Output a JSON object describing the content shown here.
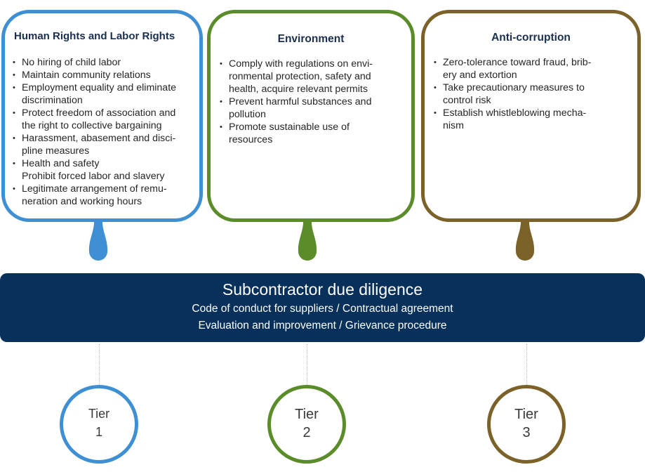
{
  "colors": {
    "blue": "#3e8fd3",
    "green": "#5b8c2a",
    "brown": "#7b6228",
    "navy": "#07305b"
  },
  "cards": [
    {
      "title": "Human Rights and Labor Rights",
      "lines": [
        "No hiring of child labor",
        "Maintain community relations",
        "Employment equality and eliminate",
        "discrimination",
        "Protect freedom of association and",
        "the right to collective bargaining",
        "Harassment, abasement and disci-",
        "pline measures",
        "Health and safety",
        "Prohibit forced labor and slavery",
        "Legitimate arrangement of remu-",
        "neration and working hours"
      ]
    },
    {
      "title": "Environment",
      "lines": [
        "Comply with regulations on envi-",
        "ronmental protection, safety and",
        "health, acquire relevant permits",
        "Prevent harmful substances and",
        "pollution",
        "Promote sustainable use of",
        "resources"
      ]
    },
    {
      "title": "Anti-corruption",
      "lines": [
        "Zero-tolerance toward fraud, brib-",
        "ery and extortion",
        "Take precautionary measures to",
        "control risk",
        "Establish whistleblowing mecha-",
        "nism"
      ]
    }
  ],
  "banner": {
    "title": "Subcontractor due diligence",
    "line1": "Code of conduct for suppliers / Contractual agreement",
    "line2": "Evaluation and improvement  / Grievance procedure"
  },
  "tiers": [
    {
      "label": "Tier",
      "number": "1"
    },
    {
      "label": "Tier",
      "number": "2"
    },
    {
      "label": "Tier",
      "number": "3"
    }
  ]
}
